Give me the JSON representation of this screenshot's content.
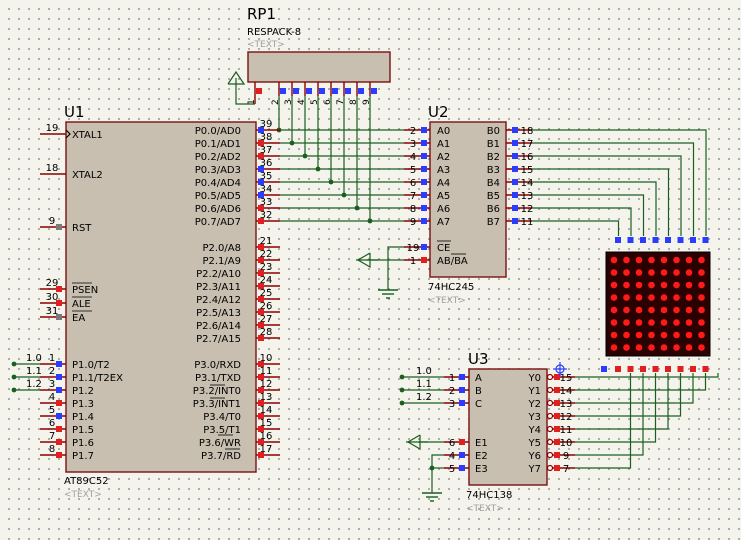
{
  "colors": {
    "chip_fill": "#c8bfb0",
    "chip_stroke": "#7a1010",
    "pin": "#8b0000",
    "wire": "#1b5e20",
    "pin_blue": "#2a3cff",
    "pin_red": "#e02020",
    "pin_grey": "#7a7a7a",
    "led_on": "#ff1a1a",
    "matrix_bg": "#2a0000"
  },
  "rp1": {
    "ref": "RP1",
    "part": "RESPACK-8",
    "text_tag": "<TEXT>",
    "pins": [
      "1",
      "2",
      "3",
      "4",
      "5",
      "6",
      "7",
      "8",
      "9"
    ]
  },
  "u1": {
    "ref": "U1",
    "part": "AT89C52",
    "text_tag": "<TEXT>",
    "left_pins": [
      {
        "num": "19",
        "name": "XTAL1"
      },
      {
        "num": "18",
        "name": "XTAL2"
      },
      {
        "num": "9",
        "name": "RST"
      },
      {
        "num": "29",
        "name": "PSEN"
      },
      {
        "num": "30",
        "name": "ALE"
      },
      {
        "num": "31",
        "name": "EA"
      },
      {
        "num": "1",
        "name": "P1.0/T2"
      },
      {
        "num": "2",
        "name": "P1.1/T2EX"
      },
      {
        "num": "3",
        "name": "P1.2"
      },
      {
        "num": "4",
        "name": "P1.3"
      },
      {
        "num": "5",
        "name": "P1.4"
      },
      {
        "num": "6",
        "name": "P1.5"
      },
      {
        "num": "7",
        "name": "P1.6"
      },
      {
        "num": "8",
        "name": "P1.7"
      }
    ],
    "right_pins": [
      {
        "num": "39",
        "name": "P0.0/AD0"
      },
      {
        "num": "38",
        "name": "P0.1/AD1"
      },
      {
        "num": "37",
        "name": "P0.2/AD2"
      },
      {
        "num": "36",
        "name": "P0.3/AD3"
      },
      {
        "num": "35",
        "name": "P0.4/AD4"
      },
      {
        "num": "34",
        "name": "P0.5/AD5"
      },
      {
        "num": "33",
        "name": "P0.6/AD6"
      },
      {
        "num": "32",
        "name": "P0.7/AD7"
      },
      {
        "num": "21",
        "name": "P2.0/A8"
      },
      {
        "num": "22",
        "name": "P2.1/A9"
      },
      {
        "num": "23",
        "name": "P2.2/A10"
      },
      {
        "num": "24",
        "name": "P2.3/A11"
      },
      {
        "num": "25",
        "name": "P2.4/A12"
      },
      {
        "num": "26",
        "name": "P2.5/A13"
      },
      {
        "num": "27",
        "name": "P2.6/A14"
      },
      {
        "num": "28",
        "name": "P2.7/A15"
      },
      {
        "num": "10",
        "name": "P3.0/RXD"
      },
      {
        "num": "11",
        "name": "P3.1/TXD"
      },
      {
        "num": "12",
        "name": "P3.2/INT0"
      },
      {
        "num": "13",
        "name": "P3.3/INT1"
      },
      {
        "num": "14",
        "name": "P3.4/T0"
      },
      {
        "num": "15",
        "name": "P3.5/T1"
      },
      {
        "num": "16",
        "name": "P3.6/WR"
      },
      {
        "num": "17",
        "name": "P3.7/RD"
      }
    ],
    "net_labels": [
      "1.0",
      "1.1",
      "1.2"
    ]
  },
  "u2": {
    "ref": "U2",
    "part": "74HC245",
    "text_tag": "<TEXT>",
    "left_pins": [
      {
        "num": "2",
        "name": "A0"
      },
      {
        "num": "3",
        "name": "A1"
      },
      {
        "num": "4",
        "name": "A2"
      },
      {
        "num": "5",
        "name": "A3"
      },
      {
        "num": "6",
        "name": "A4"
      },
      {
        "num": "7",
        "name": "A5"
      },
      {
        "num": "8",
        "name": "A6"
      },
      {
        "num": "9",
        "name": "A7"
      },
      {
        "num": "19",
        "name": "CE"
      },
      {
        "num": "1",
        "name": "AB/BA"
      }
    ],
    "right_pins": [
      {
        "num": "18",
        "name": "B0"
      },
      {
        "num": "17",
        "name": "B1"
      },
      {
        "num": "16",
        "name": "B2"
      },
      {
        "num": "15",
        "name": "B3"
      },
      {
        "num": "14",
        "name": "B4"
      },
      {
        "num": "13",
        "name": "B5"
      },
      {
        "num": "12",
        "name": "B6"
      },
      {
        "num": "11",
        "name": "B7"
      }
    ]
  },
  "u3": {
    "ref": "U3",
    "part": "74HC138",
    "text_tag": "<TEXT>",
    "left_pins": [
      {
        "num": "1",
        "name": "A"
      },
      {
        "num": "2",
        "name": "B"
      },
      {
        "num": "3",
        "name": "C"
      },
      {
        "num": "6",
        "name": "E1"
      },
      {
        "num": "4",
        "name": "E2"
      },
      {
        "num": "5",
        "name": "E3"
      }
    ],
    "right_pins": [
      {
        "num": "15",
        "name": "Y0"
      },
      {
        "num": "14",
        "name": "Y1"
      },
      {
        "num": "13",
        "name": "Y2"
      },
      {
        "num": "12",
        "name": "Y3"
      },
      {
        "num": "11",
        "name": "Y4"
      },
      {
        "num": "10",
        "name": "Y5"
      },
      {
        "num": "9",
        "name": "Y6"
      },
      {
        "num": "7",
        "name": "Y7"
      }
    ],
    "net_labels": [
      "1.0",
      "1.1",
      "1.2"
    ]
  },
  "matrix": {
    "rows": 8,
    "cols": 8
  }
}
